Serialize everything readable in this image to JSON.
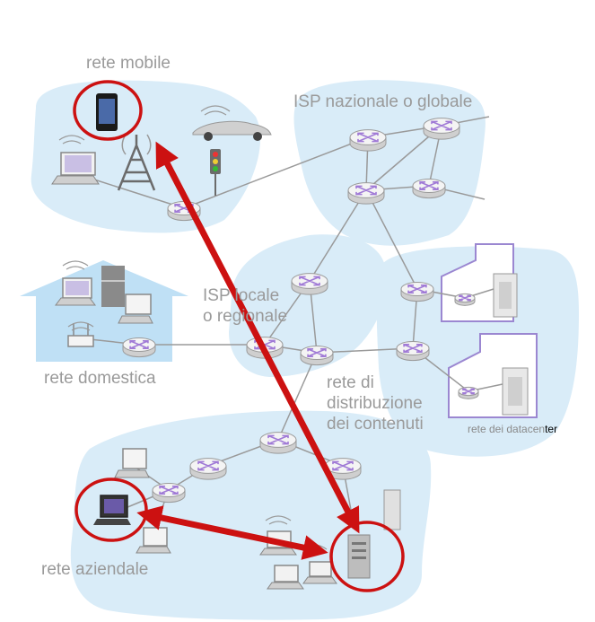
{
  "labels": {
    "mobile_network": "rete mobile",
    "national_isp": "ISP nazionale o globale",
    "local_isp": "ISP locale\no regionale",
    "home_network": "rete domestica",
    "cdn": "rete di\ndistribuzione\ndei contenuti",
    "datacenter_head": "rete dei datacen",
    "datacenter_tail": "ter",
    "enterprise_network": "rete aziendale"
  },
  "colors": {
    "region_fill": "#d9ecf8",
    "house_fill": "#bfe0f5",
    "router_top": "#f4f4f4",
    "router_side": "#cfcfcf",
    "router_arrows": "#a07ad6",
    "link": "#9a9a9a",
    "highlight": "#cc1111",
    "label": "#9a9a9a"
  }
}
